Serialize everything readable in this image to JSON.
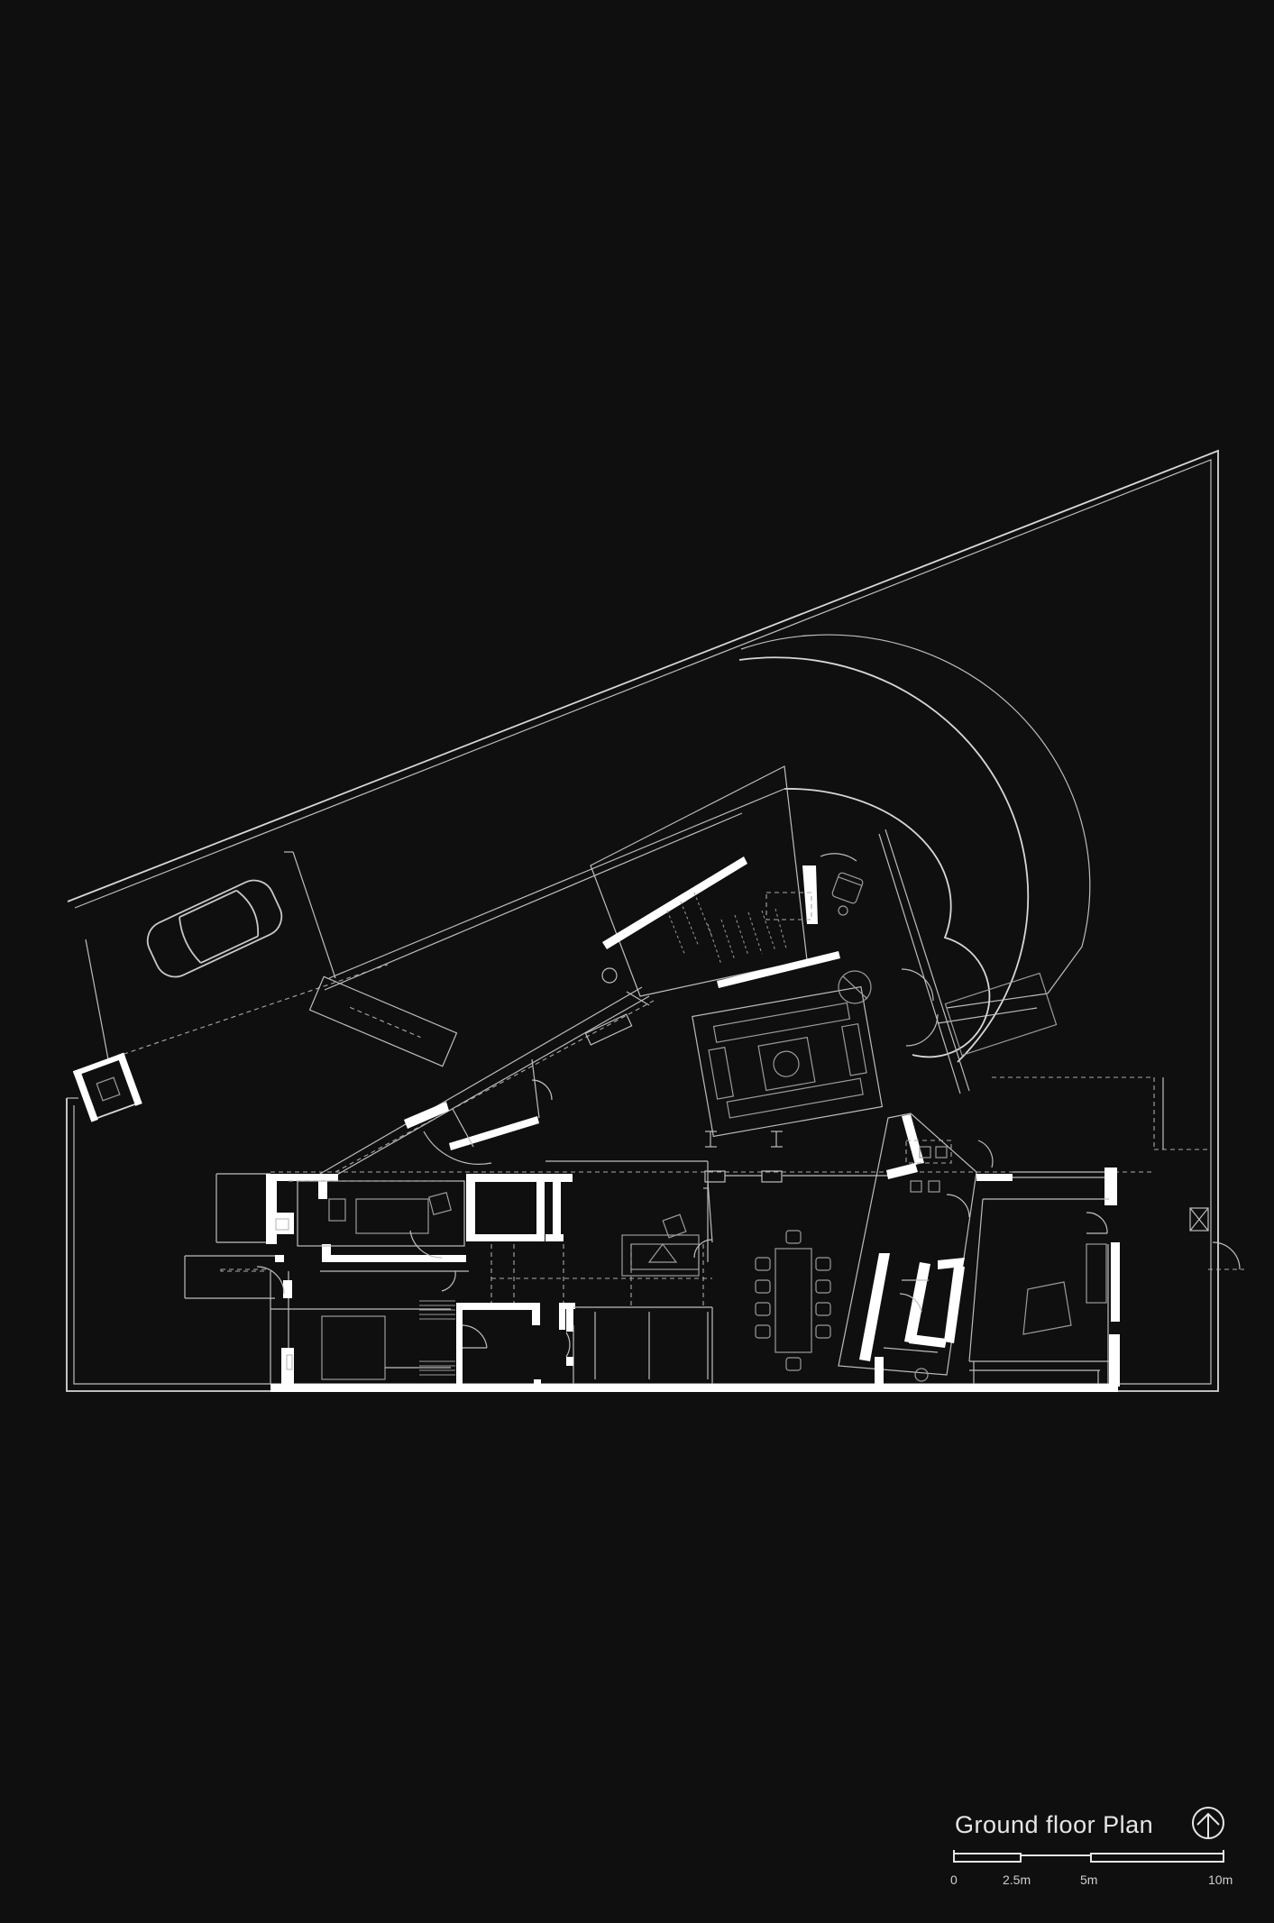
{
  "drawing": {
    "title": "Ground floor Plan",
    "background_color": "#0f0f0f",
    "line_color": "#d7d7d7",
    "wall_color": "#ffffff"
  },
  "north_arrow": {
    "icon": "north-arrow-icon"
  },
  "scale_bar": {
    "labels": [
      "0",
      "2.5m",
      "5m",
      "10m"
    ]
  }
}
